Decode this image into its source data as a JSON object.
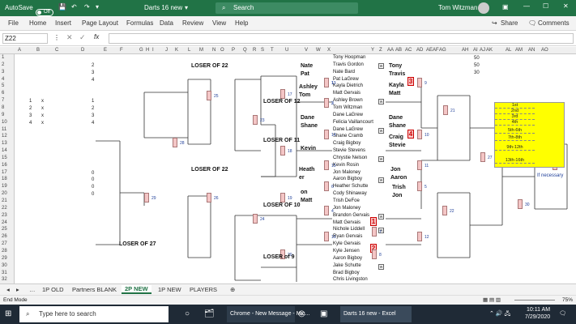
{
  "window": {
    "autosave_label": "AutoSave",
    "autosave_state": "Off",
    "doc_title": "Darts 16 new",
    "search_placeholder": "Search",
    "user_name": "Tom Witzman"
  },
  "ribbon": {
    "tabs": [
      "File",
      "Home",
      "Insert",
      "Page Layout",
      "Formulas",
      "Data",
      "Review",
      "View",
      "Help"
    ],
    "share": "Share",
    "comments": "Comments"
  },
  "formula_bar": {
    "name_box": "Z22",
    "fx": "fx"
  },
  "columns": [
    "A",
    "B",
    "C",
    "D",
    "E",
    "F",
    "G",
    "H",
    "I",
    "J",
    "K",
    "L",
    "M",
    "N",
    "O",
    "P",
    "Q",
    "R",
    "S",
    "T",
    "U",
    "V",
    "W",
    "X",
    "Y",
    "Z",
    "AA",
    "AB",
    "AC",
    "AD",
    "AE",
    "AF",
    "AG",
    "AH",
    "AI",
    "AJ",
    "AK",
    "AL",
    "AM",
    "AN",
    "AO"
  ],
  "rows": [
    "1",
    "2",
    "3",
    "4",
    "5",
    "6",
    "7",
    "8",
    "9",
    "10",
    "11",
    "12",
    "13",
    "14",
    "15",
    "16",
    "17",
    "18",
    "19",
    "20",
    "21",
    "22",
    "23",
    "24",
    "25",
    "26",
    "27",
    "28",
    "29",
    "30",
    "31",
    "32"
  ],
  "left_cells": {
    "d_values_top": [
      "2",
      "3",
      "4"
    ],
    "b_x": [
      "x",
      "x",
      "x",
      "x"
    ],
    "a_nums": [
      "1",
      "2",
      "3",
      "4"
    ],
    "d_nums": [
      "1",
      "2",
      "3",
      "4"
    ],
    "zeros": [
      "0",
      "0",
      "0",
      "0"
    ]
  },
  "seeds": [
    "1",
    "2",
    "3",
    "4",
    "5",
    "6",
    "7",
    "8",
    "9",
    "10",
    "11",
    "12",
    "13",
    "14",
    "15",
    "16",
    "17",
    "18",
    "19",
    "20",
    "21",
    "22",
    "23",
    "24",
    "25",
    "26",
    "27",
    "28",
    "29",
    "30",
    "31"
  ],
  "labels": {
    "loser22a": "LOSER OF 22",
    "loser12": "LOSER OF 12",
    "loser11": "LOSER OF 11",
    "loser22b": "LOSER OF 22",
    "loser10": "LOSER OF 10",
    "loser9": "LOSER of 9",
    "loser27": "LOSER OF 27",
    "if_necessary": "If necessary"
  },
  "pairs_left": [
    [
      "Nate",
      "Pat"
    ],
    [
      "Ashley",
      "Tom"
    ],
    [
      "Dane",
      "Shane"
    ],
    [
      "Kevin",
      ""
    ],
    [
      "Heath",
      "er"
    ],
    [
      "on",
      "Matt"
    ]
  ],
  "pairs_right": [
    [
      "Tony",
      "Travis"
    ],
    [
      "Kayla",
      "Matt"
    ],
    [
      "Dane",
      "Shane"
    ],
    [
      "Craig",
      "Stevie"
    ],
    [
      "Jon",
      "Aaron"
    ],
    [
      "Trish",
      "Jon"
    ]
  ],
  "players": [
    "Tony Hoopman",
    "Travis Gordon",
    "Nate Bard",
    "Pat LaGrew",
    "Kayla Dietrich",
    "Matt Gervais",
    "Ashley Brown",
    "Tom Witzman",
    "Dane LaGrew",
    "Felicia Vaillancourt",
    "Dane LaGrew",
    "Shane Cramb",
    "Craig Bigboy",
    "Stevie Stevens",
    "Chrystie Nelson",
    "Kevin Rosin",
    "Jon Maloney",
    "Aaron Bigboy",
    "Heather Schutte",
    "Cody Shinaway",
    "Trish DeFoe",
    "Jon Maloney",
    "Brandon Gervais",
    "Matt Gervais",
    "Nichole Liddell",
    "Ryan Gervais",
    "Kyle Gervais",
    "Kyle Jensen",
    "Aaron Bigboy",
    "Jake Schutte",
    "Brad Bigboy",
    "Chris Livingston"
  ],
  "red_boxes": [
    "3",
    "4",
    "1",
    "2"
  ],
  "wins": [
    "w",
    "w",
    "w",
    "w",
    "w",
    "w",
    "w",
    "w"
  ],
  "right_col": [
    "50",
    "50",
    "30"
  ],
  "placings": [
    "1st",
    "2nd",
    "3rd",
    "4th",
    "5th-6th",
    "7th-8th",
    "9th-12th",
    "13th-16th"
  ],
  "sheet_tabs": [
    "1P OLD",
    "Partners BLANK",
    "2P NEW",
    "1P NEW",
    "PLAYERS"
  ],
  "active_tab": "2P NEW",
  "status": {
    "mode": "End Mode",
    "zoom": "75%"
  },
  "taskbar": {
    "search": "Type here to search",
    "apps": [
      "Chrome - New Message - Mic...",
      "Darts 16 new - Excel"
    ],
    "time": "10:11 AM",
    "date": "7/29/2020"
  },
  "colors": {
    "excel_green": "#217346",
    "placings_bg": "#ffff00",
    "seed_blue": "#1f3f99",
    "loser_box_red": "#cc0000"
  }
}
